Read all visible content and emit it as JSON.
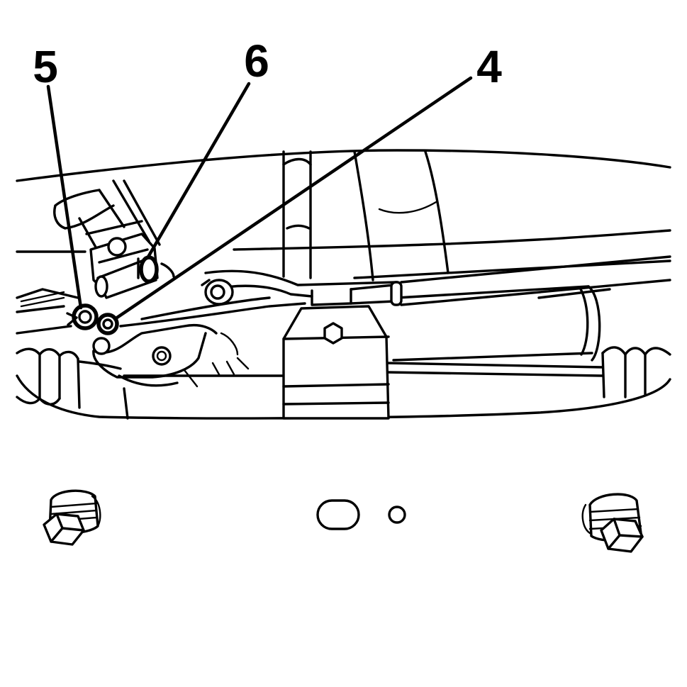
{
  "callouts": [
    {
      "label": "5",
      "key": "fastener-5"
    },
    {
      "label": "6",
      "key": "fastener-6"
    },
    {
      "label": "4",
      "key": "bracket-bolt-4"
    }
  ],
  "colors": {
    "line": "#000000",
    "background": "#ffffff"
  }
}
